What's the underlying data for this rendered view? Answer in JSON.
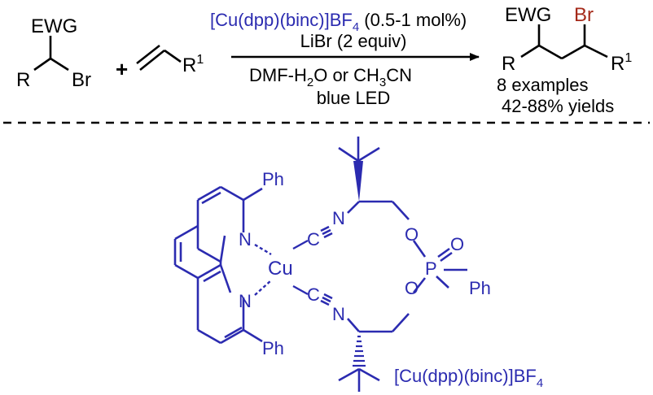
{
  "reaction": {
    "reactant1": {
      "group_top": "EWG",
      "group_left": "R",
      "group_right": "Br"
    },
    "plus": "+",
    "reactant2": {
      "substituent": "R",
      "sup": "1"
    },
    "conditions": {
      "catalyst_main": "[Cu(dpp)(binc)]BF",
      "catalyst_sub": "4",
      "catalyst_loading": " (0.5-1 mol%)",
      "additive": "LiBr (2 equiv)",
      "solvent_pre": "DMF-H",
      "solvent_sub2": "2",
      "solvent_mid": "O or CH",
      "solvent_sub3": "3",
      "solvent_post": "CN",
      "light": "blue LED"
    },
    "product": {
      "group_top": "EWG",
      "group_br": "Br",
      "group_left": "R",
      "group_right": "R",
      "group_right_sup": "1",
      "examples": "8 examples",
      "yields": "42-88% yields"
    }
  },
  "complex": {
    "metal": "Cu",
    "phenyl_top": "Ph",
    "phenyl_bottom": "Ph",
    "phenyl_p": "Ph",
    "n_phen_top": "N",
    "n_phen_bottom": "N",
    "c_top": "C",
    "n_top": "N",
    "c_bottom": "C",
    "n_bottom": "N",
    "o_top": "O",
    "o_double": "O",
    "p_atom": "P",
    "o_bottom": "O",
    "name_main": "[Cu(dpp)(binc)]BF",
    "name_sub": "4"
  },
  "colors": {
    "black": "#000000",
    "blue": "#2b2bb0",
    "bromine": "#a52a1a"
  }
}
